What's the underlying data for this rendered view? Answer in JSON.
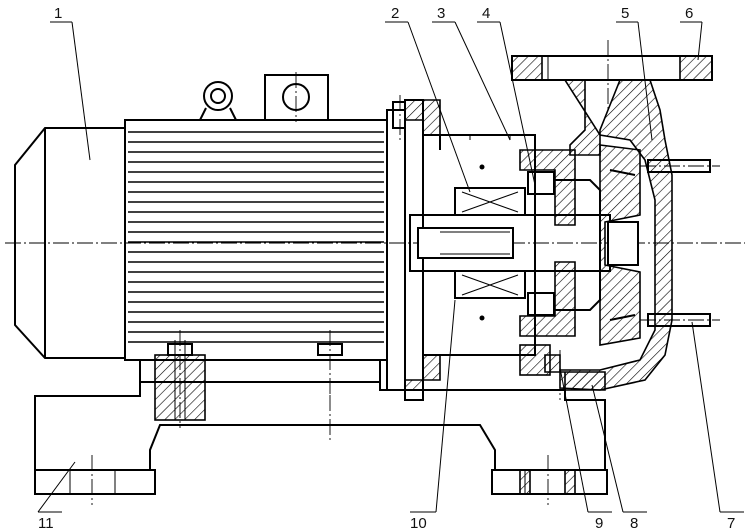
{
  "callouts": [
    "1",
    "2",
    "3",
    "4",
    "5",
    "6",
    "7",
    "8",
    "9",
    "10",
    "11"
  ],
  "colors": {
    "ink": "#000000",
    "paper": "#ffffff"
  }
}
